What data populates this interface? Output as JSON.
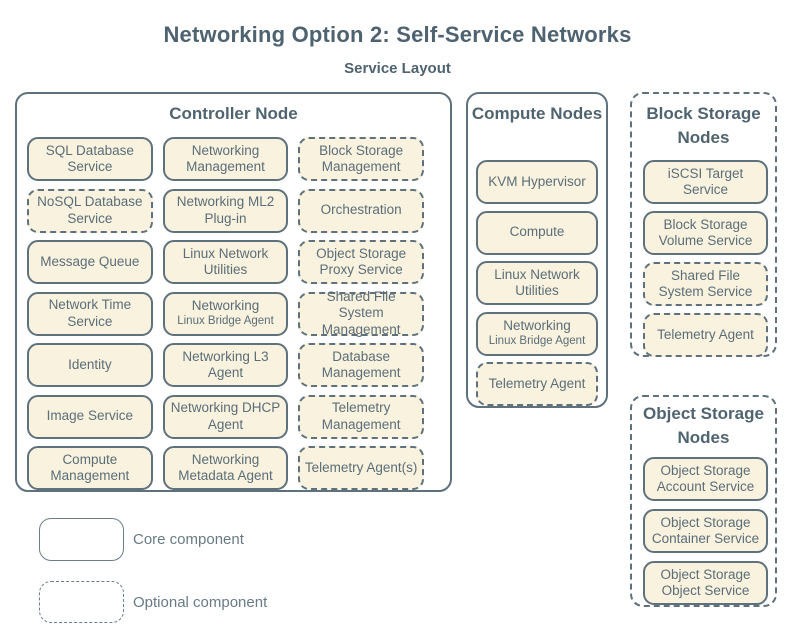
{
  "page": {
    "title": "Networking Option 2: Self-Service Networks",
    "subtitle": "Service Layout"
  },
  "colors": {
    "box_fill": "#f8f2de",
    "border_slate": "#5e717c",
    "text_slate": "#5b6e78",
    "title_slate": "#4e636f",
    "background": "#ffffff"
  },
  "legend": {
    "core_label": "Core component",
    "optional_label": "Optional component"
  },
  "nodes": {
    "controller": {
      "title": "Controller Node",
      "services": [
        {
          "label": "SQL Database Service",
          "type": "core"
        },
        {
          "label": "Networking Management",
          "type": "core"
        },
        {
          "label": "Block Storage Management",
          "type": "optional"
        },
        {
          "label": "NoSQL Database Service",
          "type": "optional"
        },
        {
          "label": "Networking ML2 Plug-in",
          "type": "core"
        },
        {
          "label": "Orchestration",
          "type": "optional"
        },
        {
          "label": "Message Queue",
          "type": "core"
        },
        {
          "label": "Linux Network Utilities",
          "type": "core"
        },
        {
          "label": "Object Storage Proxy Service",
          "type": "optional"
        },
        {
          "label": "Network Time Service",
          "type": "core"
        },
        {
          "label": "Networking",
          "sublabel": "Linux Bridge Agent",
          "type": "core"
        },
        {
          "label": "Shared File System Management",
          "type": "optional"
        },
        {
          "label": "Identity",
          "type": "core"
        },
        {
          "label": "Networking L3 Agent",
          "type": "core"
        },
        {
          "label": "Database Management",
          "type": "optional"
        },
        {
          "label": "Image Service",
          "type": "core"
        },
        {
          "label": "Networking DHCP Agent",
          "type": "core"
        },
        {
          "label": "Telemetry Management",
          "type": "optional"
        },
        {
          "label": "Compute Management",
          "type": "core"
        },
        {
          "label": "Networking Metadata Agent",
          "type": "core"
        },
        {
          "label": "Telemetry Agent(s)",
          "type": "optional"
        }
      ]
    },
    "compute": {
      "title": "Compute Nodes",
      "services": [
        {
          "label": "KVM Hypervisor",
          "type": "core"
        },
        {
          "label": "Compute",
          "type": "core"
        },
        {
          "label": "Linux Network Utilities",
          "type": "core"
        },
        {
          "label": "Networking",
          "sublabel": "Linux Bridge Agent",
          "type": "core"
        },
        {
          "label": "Telemetry Agent",
          "type": "optional"
        }
      ]
    },
    "block_storage": {
      "title": "Block Storage Nodes",
      "services": [
        {
          "label": "iSCSI Target Service",
          "type": "core"
        },
        {
          "label": "Block Storage Volume Service",
          "type": "core"
        },
        {
          "label": "Shared File System Service",
          "type": "optional"
        },
        {
          "label": "Telemetry Agent",
          "type": "optional"
        }
      ]
    },
    "object_storage": {
      "title": "Object Storage Nodes",
      "services": [
        {
          "label": "Object Storage Account Service",
          "type": "core"
        },
        {
          "label": "Object Storage Container Service",
          "type": "core"
        },
        {
          "label": "Object Storage Object Service",
          "type": "core"
        }
      ]
    }
  }
}
